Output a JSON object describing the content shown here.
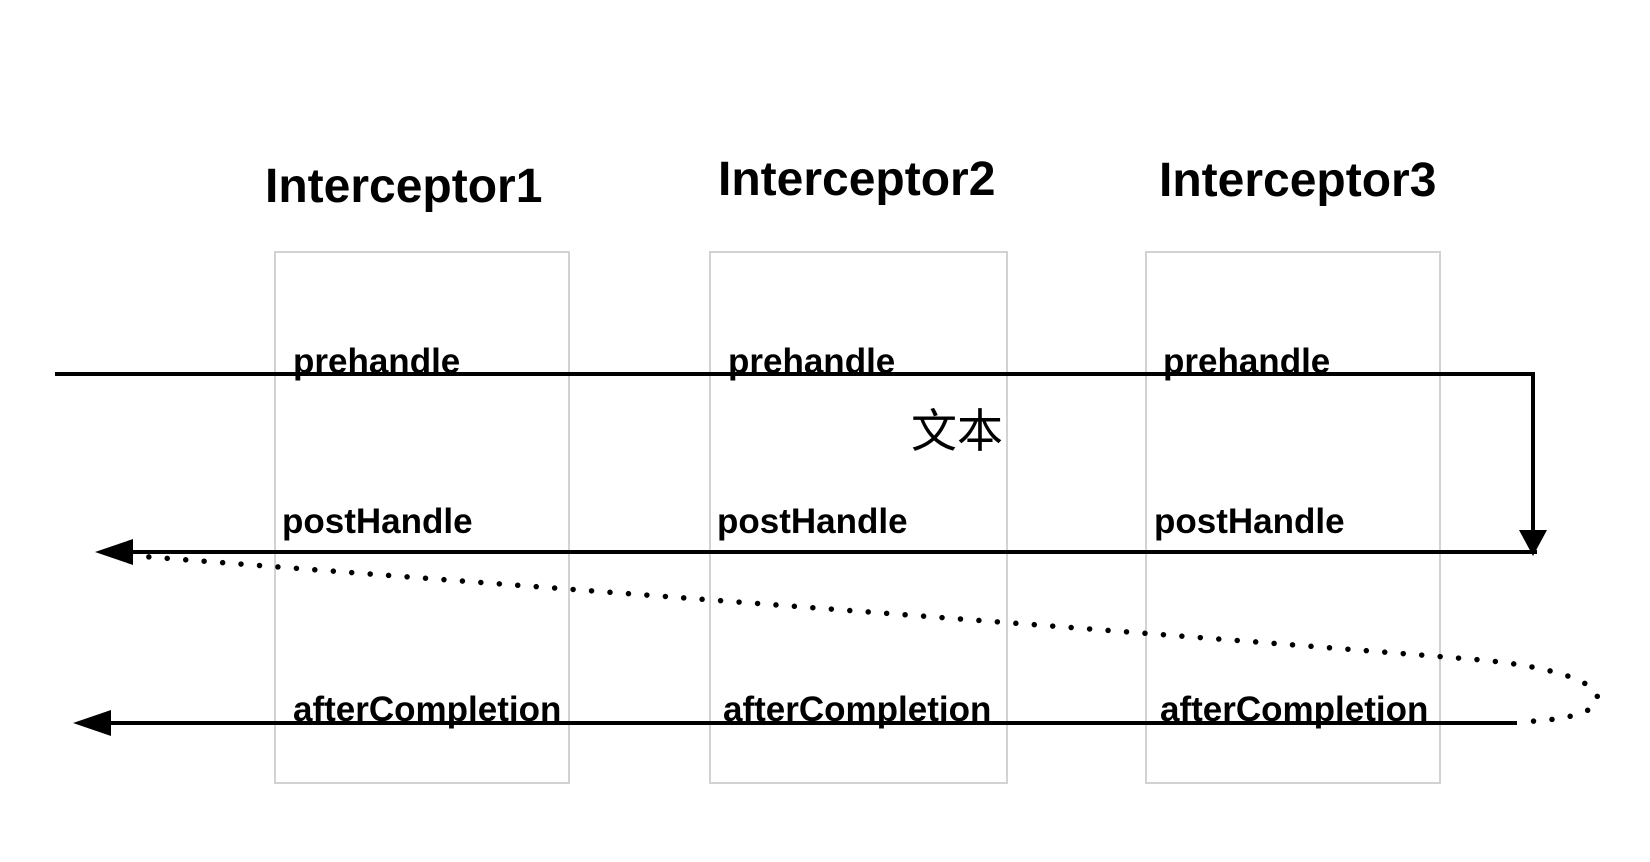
{
  "diagram": {
    "columns": [
      {
        "title": "Interceptor1",
        "methods": [
          "prehandle",
          "postHandle",
          "afterCompletion"
        ]
      },
      {
        "title": "Interceptor2",
        "methods": [
          "prehandle",
          "postHandle",
          "afterCompletion"
        ]
      },
      {
        "title": "Interceptor3",
        "methods": [
          "prehandle",
          "postHandle",
          "afterCompletion"
        ]
      }
    ],
    "annotation": {
      "label": "文本"
    },
    "colors": {
      "line": "#000000",
      "box_border": "#d2d2d2",
      "background": "#ffffff",
      "text": "#000000"
    }
  }
}
